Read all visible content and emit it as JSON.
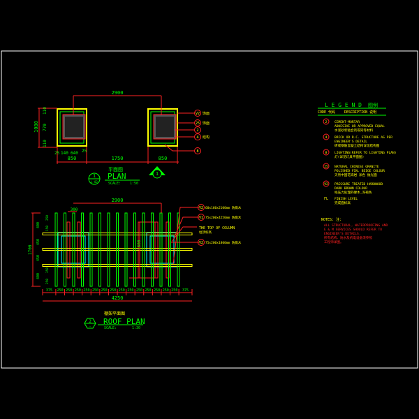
{
  "colors": {
    "background": "#000000",
    "frame": "#ffffff",
    "dimension": "#ff2020",
    "text": "#ffff00",
    "title": "#00ff00",
    "beam": "#ffff00",
    "rafter": "#00ff00",
    "column": "#00ffff"
  },
  "plan": {
    "top_dim": "2900",
    "bottom_dims": [
      "850",
      "1750",
      "850"
    ],
    "detail_dims": [
      "25",
      "140",
      "640",
      "25"
    ],
    "left_dims": {
      "overall": "1080",
      "parts": [
        "110",
        "770",
        "110"
      ]
    },
    "callouts": [
      {
        "code": "V2",
        "label": "饰面"
      },
      {
        "code": "25",
        "label": "饰面"
      },
      {
        "code": "2",
        "label": ""
      },
      {
        "code": "4",
        "label": "结构"
      },
      {
        "code": "8",
        "label": ""
      }
    ],
    "title_cn": "平面图",
    "title": "PLAN",
    "number": "1",
    "sheet": "L-02",
    "scale_label": "SCALE:",
    "scale": "1:50",
    "marker": "1"
  },
  "roof": {
    "top_dim": "2900",
    "spacing_dim": "300",
    "column_dim": "1800",
    "bottom_dims": [
      "375",
      "250",
      "250",
      "250",
      "250",
      "250",
      "250",
      "250",
      "250",
      "250",
      "250",
      "250",
      "250",
      "250",
      "250",
      "375"
    ],
    "overall": "4250",
    "left_overall": "1700",
    "left_dims": [
      "400",
      "450",
      "450",
      "400"
    ],
    "left_sub": [
      "250",
      "150",
      "350",
      "250"
    ],
    "callouts": [
      {
        "code": "V2",
        "text": "60x160x2100mm 防腐木"
      },
      {
        "code": "V1",
        "text": "75x200x4250mm 防腐木"
      },
      {
        "code": "",
        "text": "THE TOP OF COLUMN",
        "text_cn": "柱顶标高"
      },
      {
        "code": "V2",
        "text": "75x200x1800mm 防腐木"
      }
    ],
    "title_cn": "棚架平面图",
    "title": "ROOF PLAN",
    "number": "2",
    "sheet": "-",
    "scale_label": "SCALE:",
    "scale": "1:30"
  },
  "legend": {
    "title": "L E G E N D",
    "title_cn": "图例",
    "code_header": "CODE 代码",
    "desc_header": "DESCRIPTION 说明",
    "items": [
      {
        "code": "2",
        "lines": [
          "CEMENT-MORTAR",
          "ADHESIVE OR APPROVED EQUAL",
          "水泥砂浆粘合剂或同等材料"
        ]
      },
      {
        "code": "4",
        "lines": [
          "BRICK OR R.C. STRUCTURE AS PER",
          "ENGINEER'S DETAIL",
          "砖或钢筋混凝土结构详见结构图"
        ]
      },
      {
        "code": "8",
        "lines": [
          "LIGHTING(REFER TO LIGHTING PLAN)",
          "灯(详见灯具平面图)"
        ]
      },
      {
        "code": "25",
        "lines": [
          "NATURAL CHINESE GRANITE",
          "POLISHED FIN. BEIGE COLOUR",
          "天然中国花岗岩 米色 抛光面"
        ]
      },
      {
        "code": "V2",
        "lines": [
          "PRESSURE TREATED HARDWOOD",
          "DARK BROWN COLOUR",
          "经压力处理的硬木,深褐色"
        ]
      },
      {
        "code": "FL",
        "lines": [
          "FINISH LEVEL",
          "完成面标高"
        ]
      }
    ]
  },
  "notes": {
    "title": "NOTES: 注:",
    "lines": [
      "ALL STRUCTURAL, WATERPROOFING AND",
      "E & M SERVICES SHOULD REFER TO",
      "ENGINEER'S DETAILS.",
      "所有结构、防水及机电设备须参照",
      "工程师详图。"
    ]
  }
}
